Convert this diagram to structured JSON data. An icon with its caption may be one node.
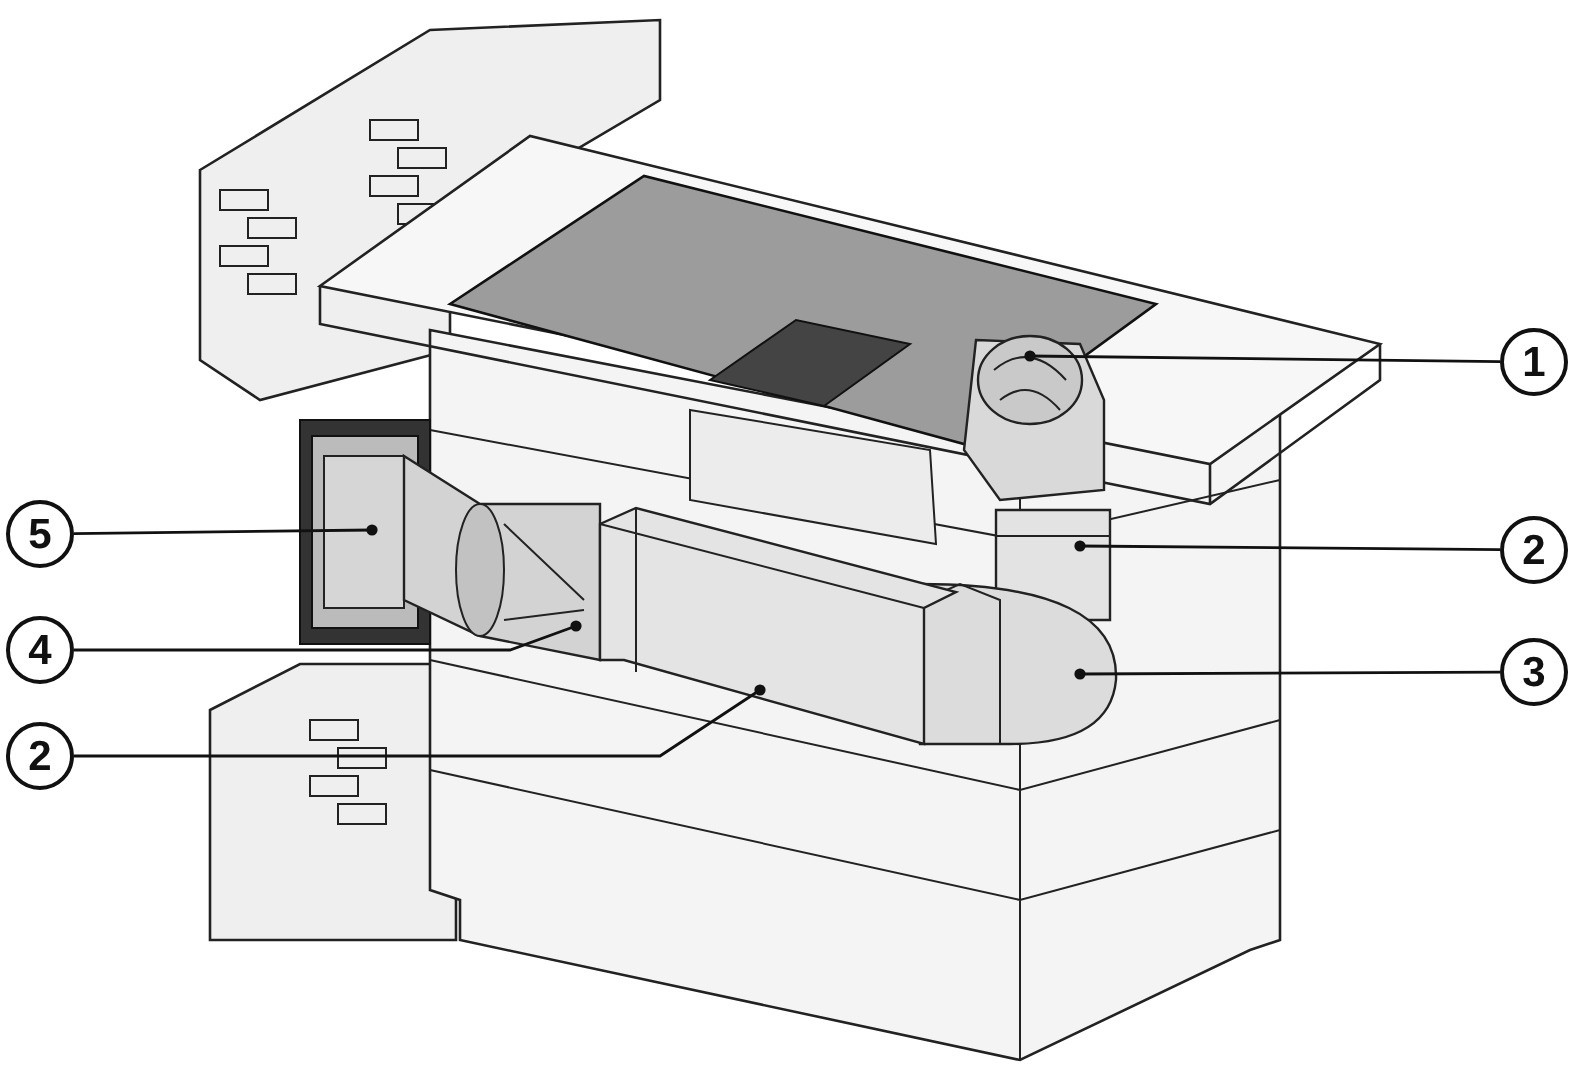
{
  "diagram": {
    "nodes": [
      {
        "text": [
          "1"
        ]
      },
      {
        "text": [],
        "shape": "picture"
      },
      {
        "text": [
          "5"
        ]
      },
      {
        "text": [],
        "shape": "picture"
      },
      {
        "text": [
          "2"
        ]
      },
      {
        "text": [],
        "shape": "picture"
      },
      {
        "text": [
          "4"
        ]
      },
      {
        "text": [],
        "shape": "picture"
      },
      {
        "text": [
          "3"
        ]
      },
      {
        "text": [],
        "shape": "picture"
      },
      {
        "text": [
          "2"
        ]
      },
      {
        "text": [],
        "shape": "picture"
      }
    ],
    "edges": [
      {
        "from": 0,
        "to": 1,
        "arrow": "other"
      },
      {
        "from": 2,
        "to": 3,
        "arrow": "other"
      },
      {
        "from": 4,
        "to": 5,
        "arrow": "other"
      },
      {
        "from": 6,
        "to": 7,
        "arrow": "other"
      },
      {
        "from": 8,
        "to": 9,
        "arrow": "other"
      },
      {
        "from": 10,
        "to": 11,
        "arrow": "other"
      }
    ]
  }
}
